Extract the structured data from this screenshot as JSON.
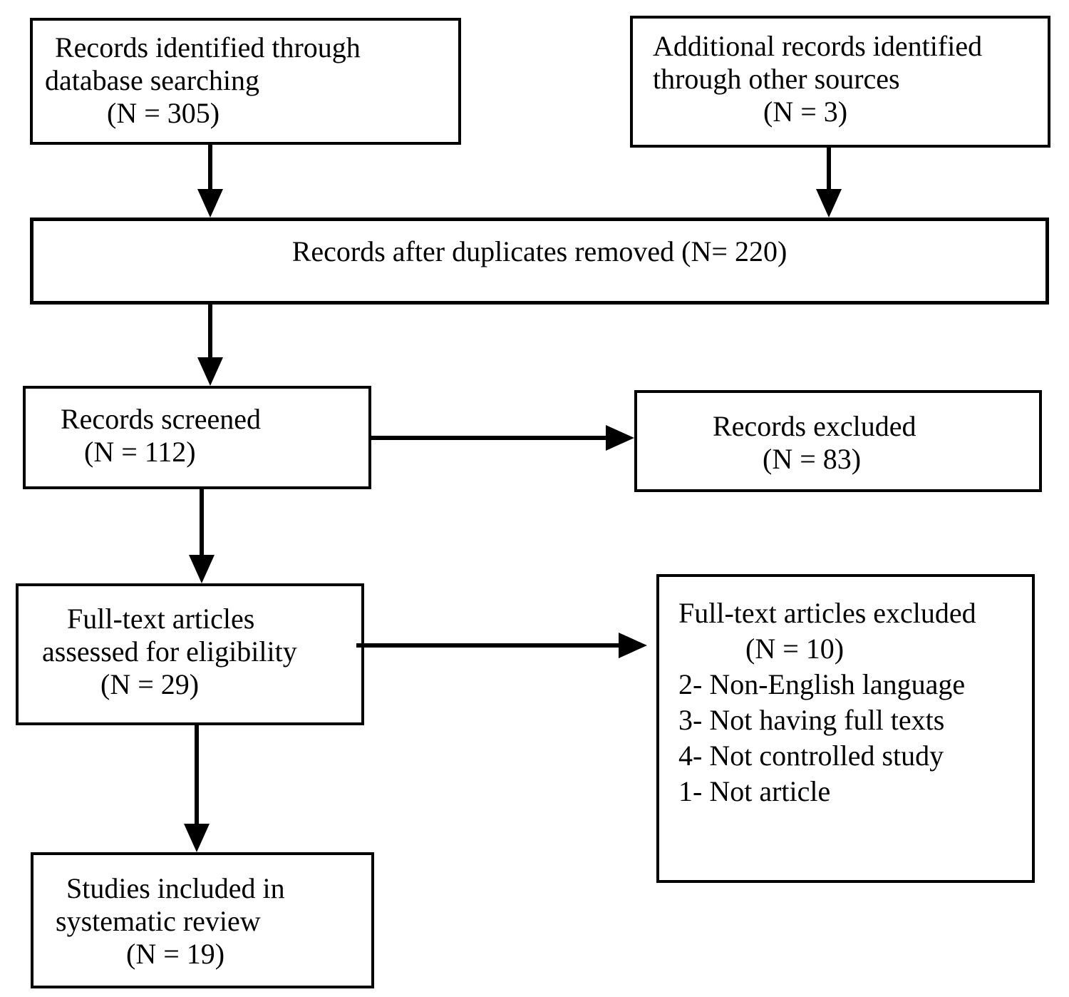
{
  "diagram": {
    "title": "PRISMA study selection flow diagram",
    "colors": {
      "background": "#ffffff",
      "border": "#000000",
      "text": "#000000"
    },
    "boxes": {
      "identified": {
        "lines": [
          "Records identified through",
          "database searching",
          "(N = 305)"
        ],
        "count": 305
      },
      "additional": {
        "lines": [
          "Additional records identified",
          "through other sources",
          "(N = 3)"
        ],
        "count": 3
      },
      "duplicates": {
        "lines": [
          "Records after duplicates removed (N= 220)"
        ],
        "count": 220
      },
      "screened": {
        "lines": [
          "Records screened",
          "(N = 112)"
        ],
        "count": 112
      },
      "excluded": {
        "lines": [
          "Records excluded",
          "(N = 83)"
        ],
        "count": 83
      },
      "fulltext": {
        "lines": [
          "Full-text articles",
          "assessed for eligibility",
          "(N = 29)"
        ],
        "count": 29
      },
      "fulltext_excluded": {
        "lines": [
          "Full-text articles excluded",
          "(N = 10)",
          "2- Non-English language",
          "3- Not having full texts",
          "4- Not controlled study",
          "1- Not article"
        ],
        "count": 10
      },
      "included": {
        "lines": [
          "Studies included in",
          "systematic review",
          "(N = 19)"
        ],
        "count": 19
      }
    },
    "flow": [
      {
        "from": "identified",
        "to": "duplicates"
      },
      {
        "from": "additional",
        "to": "duplicates"
      },
      {
        "from": "duplicates",
        "to": "screened"
      },
      {
        "from": "screened",
        "to": "excluded"
      },
      {
        "from": "screened",
        "to": "fulltext"
      },
      {
        "from": "fulltext",
        "to": "fulltext_excluded"
      },
      {
        "from": "fulltext",
        "to": "included"
      }
    ]
  }
}
